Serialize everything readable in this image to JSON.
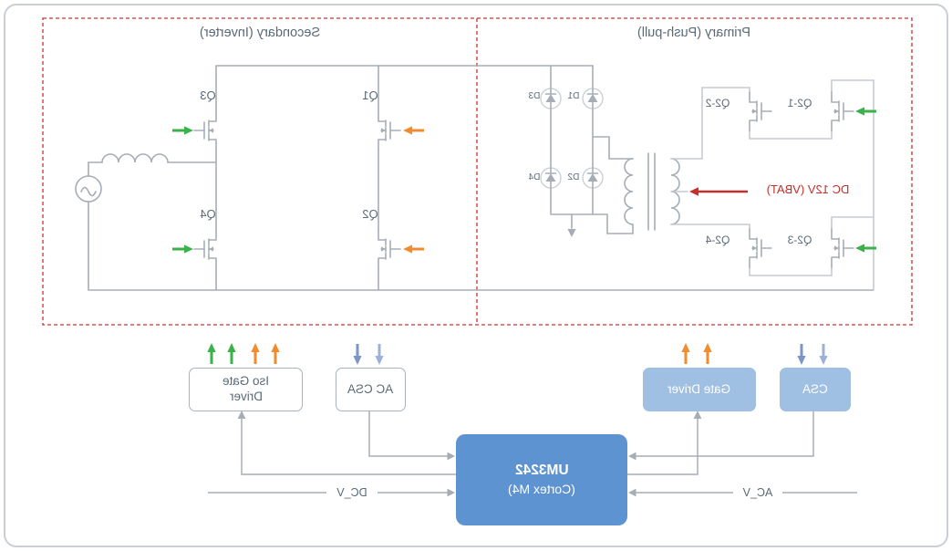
{
  "sections": {
    "secondary": {
      "title": "Secondary (Inverter)"
    },
    "primary": {
      "title": "Primary (Push-pull)",
      "input_label": "DC 12V (VBAT)"
    }
  },
  "components": {
    "mosfets_secondary": {
      "q3": "Q3",
      "q1": "Q1",
      "q4": "Q4",
      "q2": "Q2"
    },
    "mosfets_primary": {
      "q2_2": "Q2-2",
      "q2_1": "Q2-1",
      "q2_4": "Q2-4",
      "q2_3": "Q2-3"
    },
    "diodes": {
      "d3": "D3",
      "d1": "D1",
      "d4": "D4",
      "d2": "D2"
    }
  },
  "blocks": {
    "iso_gate_driver": {
      "line1": "Iso Gate",
      "line2": "Driver"
    },
    "ac_csa": {
      "label": "AC CSA"
    },
    "gate_driver": {
      "label": "Gate Driver"
    },
    "csa": {
      "label": "CSA"
    },
    "mcu": {
      "line1": "UM3242",
      "line2": "(Cortex M4)"
    }
  },
  "signals": {
    "dc_v": "DC_V",
    "ac_v": "AC_V"
  },
  "colors": {
    "green": "#3bb14a",
    "orange": "#f08b2e",
    "blue_a": "#7d95c5",
    "blue_b": "#9db1d8",
    "red": "#c4302b",
    "wire": "#a6adb5",
    "wire_light": "#c6ccd2",
    "block_blue": "#9fbfe3",
    "mcu_blue": "#5e93d1",
    "text": "#5a6a78",
    "dash_red": "#d03030",
    "border_gray": "#c9cfd5"
  }
}
